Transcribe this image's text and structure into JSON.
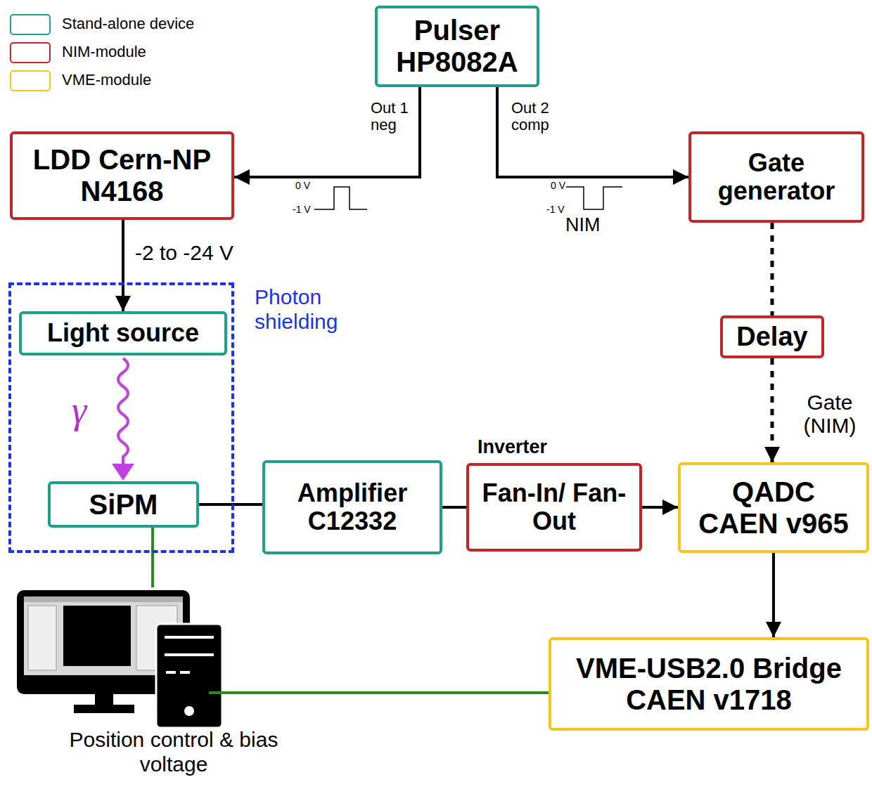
{
  "diagram": {
    "nodes": [
      {
        "text": [
          "Pulser HP8082A"
        ]
      },
      {
        "text": [
          "LDD Cern-NP N4168"
        ]
      },
      {
        "text": [
          "Gate generator"
        ]
      },
      {
        "text": [
          "Photon shielding"
        ]
      },
      {
        "text": [
          "Light source"
        ],
        "in": 3
      },
      {
        "text": [
          "SiPM"
        ],
        "in": 3
      },
      {
        "text": [
          "Delay"
        ]
      },
      {
        "text": [
          "Amplifier C12332"
        ]
      },
      {
        "text": [
          "Inverter",
          "Fan-In/ Fan-Out"
        ]
      },
      {
        "text": [
          "QADC CAEN v965"
        ]
      },
      {
        "text": [
          "VME-USB2.0 Bridge CAEN v1718"
        ]
      },
      {
        "text": [
          "Position control & bias voltage"
        ]
      }
    ],
    "edges": [
      {
        "from": 0,
        "to": 1,
        "label": "Out 1 neg",
        "arrow": "to"
      },
      {
        "from": 0,
        "to": 2,
        "label": "Out 2 comp",
        "arrow": "to"
      },
      {
        "from": 1,
        "to": 4,
        "label": "-2 to -24 V",
        "arrow": "to"
      },
      {
        "from": 2,
        "to": 6,
        "arrow": "none"
      },
      {
        "from": 6,
        "to": 9,
        "label": "Gate (NIM)",
        "arrow": "to"
      },
      {
        "from": 5,
        "to": 7,
        "arrow": "none"
      },
      {
        "from": 7,
        "to": 8,
        "arrow": "none"
      },
      {
        "from": 8,
        "to": 9,
        "arrow": "to"
      },
      {
        "from": 9,
        "to": 10,
        "arrow": "to"
      },
      {
        "from": 5,
        "to": 11,
        "arrow": "none"
      },
      {
        "from": 11,
        "to": 10,
        "arrow": "none"
      }
    ],
    "labels": [
      "0 V",
      "-1 V",
      "0 V",
      "-1 V",
      "NIM",
      "γ"
    ],
    "legend": [
      {
        "text": "Stand-alone device",
        "color": "#1f9e8c"
      },
      {
        "text": "NIM-module",
        "color": "#c0272d"
      },
      {
        "text": "VME-module",
        "color": "#f5c518"
      }
    ]
  }
}
